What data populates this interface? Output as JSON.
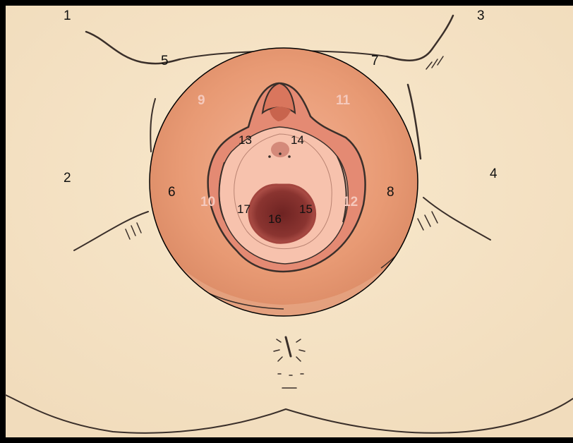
{
  "diagram": {
    "labels": [
      "1",
      "2",
      "3",
      "4",
      "5",
      "6",
      "7",
      "8",
      "9",
      "10",
      "11",
      "12",
      "13",
      "14",
      "15",
      "16",
      "17"
    ]
  },
  "colors": {
    "background": "#000000",
    "skin": "#f6e4c6",
    "skin_shadow": "#ecd2ad",
    "lens_outer": "#e2916b",
    "lens_inner": "#eda27c",
    "mucosa": "#f3b49b",
    "vestibule": "#f7c4ae",
    "orifice": "#c2635a",
    "orifice_dark": "#7a2a28",
    "line": "#3a2f2a",
    "label_dark": "#111111",
    "label_light": "#f5c9bd"
  }
}
